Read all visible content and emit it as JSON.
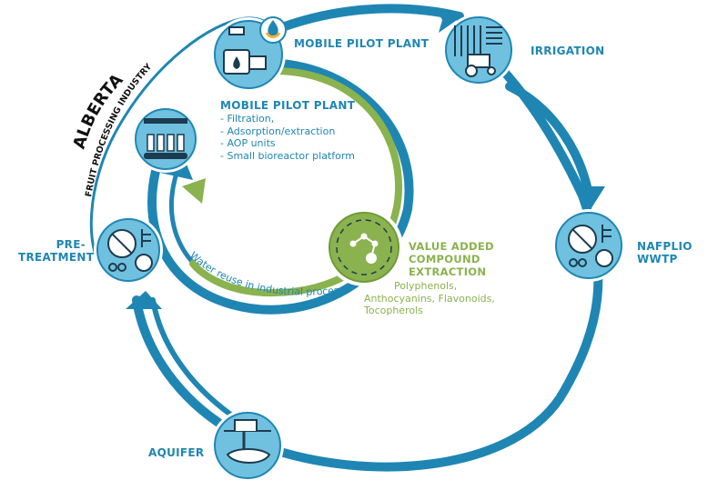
{
  "colors": {
    "blue": "#1f86b3",
    "light_blue": "#6fc1df",
    "green": "#8ab24e",
    "dark": "#1d3c4f",
    "black": "#111111"
  },
  "region": {
    "name": "ALBERTA",
    "industry": "FRUIT PROCESSING INDUSTRY"
  },
  "nodes": {
    "mobile_pilot_plant": {
      "label": "MOBILE PILOT PLANT",
      "icon": "pilot-plant-icon"
    },
    "irrigation": {
      "label": "IRRIGATION",
      "icon": "irrigation-tractor-icon"
    },
    "nafplio": {
      "label_line1": "NAFPLIO",
      "label_line2": "WWTP",
      "icon": "wwtp-icon"
    },
    "aquifer": {
      "label": "AQUIFER",
      "icon": "aquifer-icon"
    },
    "pretreatment": {
      "label_line1": "PRE-",
      "label_line2": "TREATMENT",
      "icon": "pretreatment-icon"
    },
    "fruit_processing": {
      "icon": "bottling-line-icon"
    },
    "value_added": {
      "label_line1": "VALUE ADDED",
      "label_line2": "COMPOUND",
      "label_line3": "EXTRACTION",
      "icon": "molecule-icon",
      "compounds_line1": "Polyphenols,",
      "compounds_line2": "Anthocyanins, Flavonoids,",
      "compounds_line3": "Tocopherols"
    }
  },
  "pilot_details": {
    "title": "MOBILE PILOT PLANT",
    "items": [
      "- Filtration,",
      "- Adsorption/extraction",
      "- AOP units",
      "- Small bioreactor platform"
    ]
  },
  "water_reuse_label": "Water reuse in industrial process"
}
